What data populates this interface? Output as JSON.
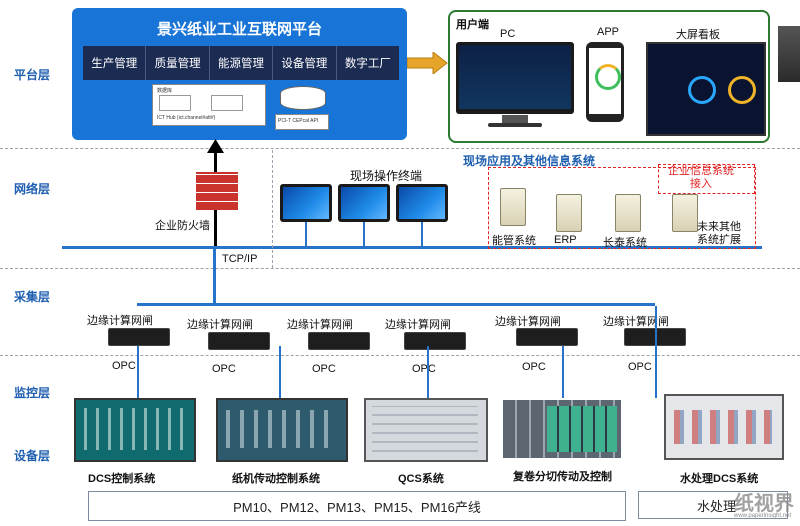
{
  "layers": {
    "platform": "平台层",
    "network": "网络层",
    "collect": "采集层",
    "monitor": "监控层",
    "device": "设备层"
  },
  "platform": {
    "title": "景兴纸业工业互联网平台",
    "menu": [
      "生产管理",
      "质量管理",
      "能源管理",
      "设备管理",
      "数字工厂"
    ],
    "mini_db": "数据库",
    "mini_ict": "ICT Hub (ict.channel#att#)",
    "mini_api": "PCI-T CEPcal API"
  },
  "user_end": {
    "title": "用户端",
    "pc": "PC",
    "app": "APP",
    "dashboard": "大屏看板"
  },
  "network": {
    "firewall": "企业防火墙",
    "tcpip": "TCP/IP",
    "terminal": "现场操作终端",
    "apps_title": "现场应用及其他信息系统",
    "enterprise": "企业信息系统\n接入",
    "servers": [
      "能管系统",
      "ERP",
      "长泰系统",
      "未来其他\n系统扩展"
    ]
  },
  "gateways": [
    "边缘计算网闸",
    "边缘计算网闸",
    "边缘计算网闸",
    "边缘计算网闸",
    "边缘计算网闸",
    "边缘计算网闸"
  ],
  "opc": "OPC",
  "systems": [
    "DCS控制系统",
    "纸机传动控制系统",
    "QCS系统",
    "复卷分切传动及控制",
    "水处理DCS系统"
  ],
  "lines": {
    "main": "PM10、PM12、PM13、PM15、PM16产线",
    "water": "水处理"
  },
  "watermark": "纸视界",
  "watermark_url": "www.paperinsight.net",
  "colors": {
    "platform": "#1874d6",
    "menu": "#1c2b52",
    "bus": "#2673c9",
    "user_border": "#2b7a33",
    "dashed_red": "#e02424"
  }
}
